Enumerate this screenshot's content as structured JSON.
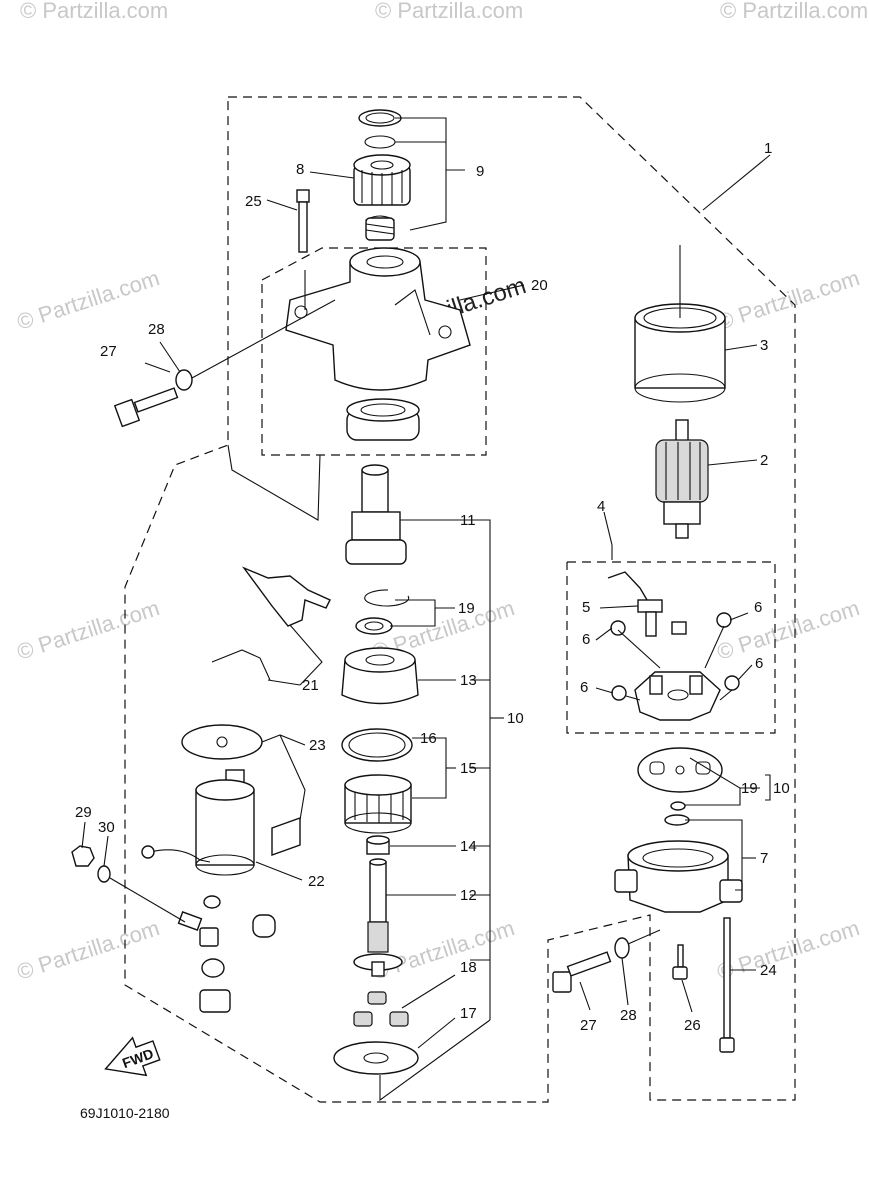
{
  "diagram": {
    "code": "69J1010-2180",
    "fwd_label": "FWD",
    "watermark_center": "©Partzilla.com",
    "watermark_tile": "© Partzilla.com",
    "labels": {
      "l1": "1",
      "l2": "2",
      "l3": "3",
      "l4": "4",
      "l5": "5",
      "l6a": "6",
      "l6b": "6",
      "l6c": "6",
      "l6d": "6",
      "l7": "7",
      "l8": "8",
      "l9": "9",
      "l10a": "10",
      "l10b": "10",
      "l11": "11",
      "l12": "12",
      "l13": "13",
      "l14": "14",
      "l15": "15",
      "l16": "16",
      "l17": "17",
      "l18": "18",
      "l19a": "19",
      "l19b": "19",
      "l20": "20",
      "l21": "21",
      "l22": "22",
      "l23": "23",
      "l24": "24",
      "l25": "25",
      "l26": "26",
      "l27a": "27",
      "l27b": "27",
      "l28a": "28",
      "l28b": "28",
      "l29": "29",
      "l30": "30"
    }
  }
}
